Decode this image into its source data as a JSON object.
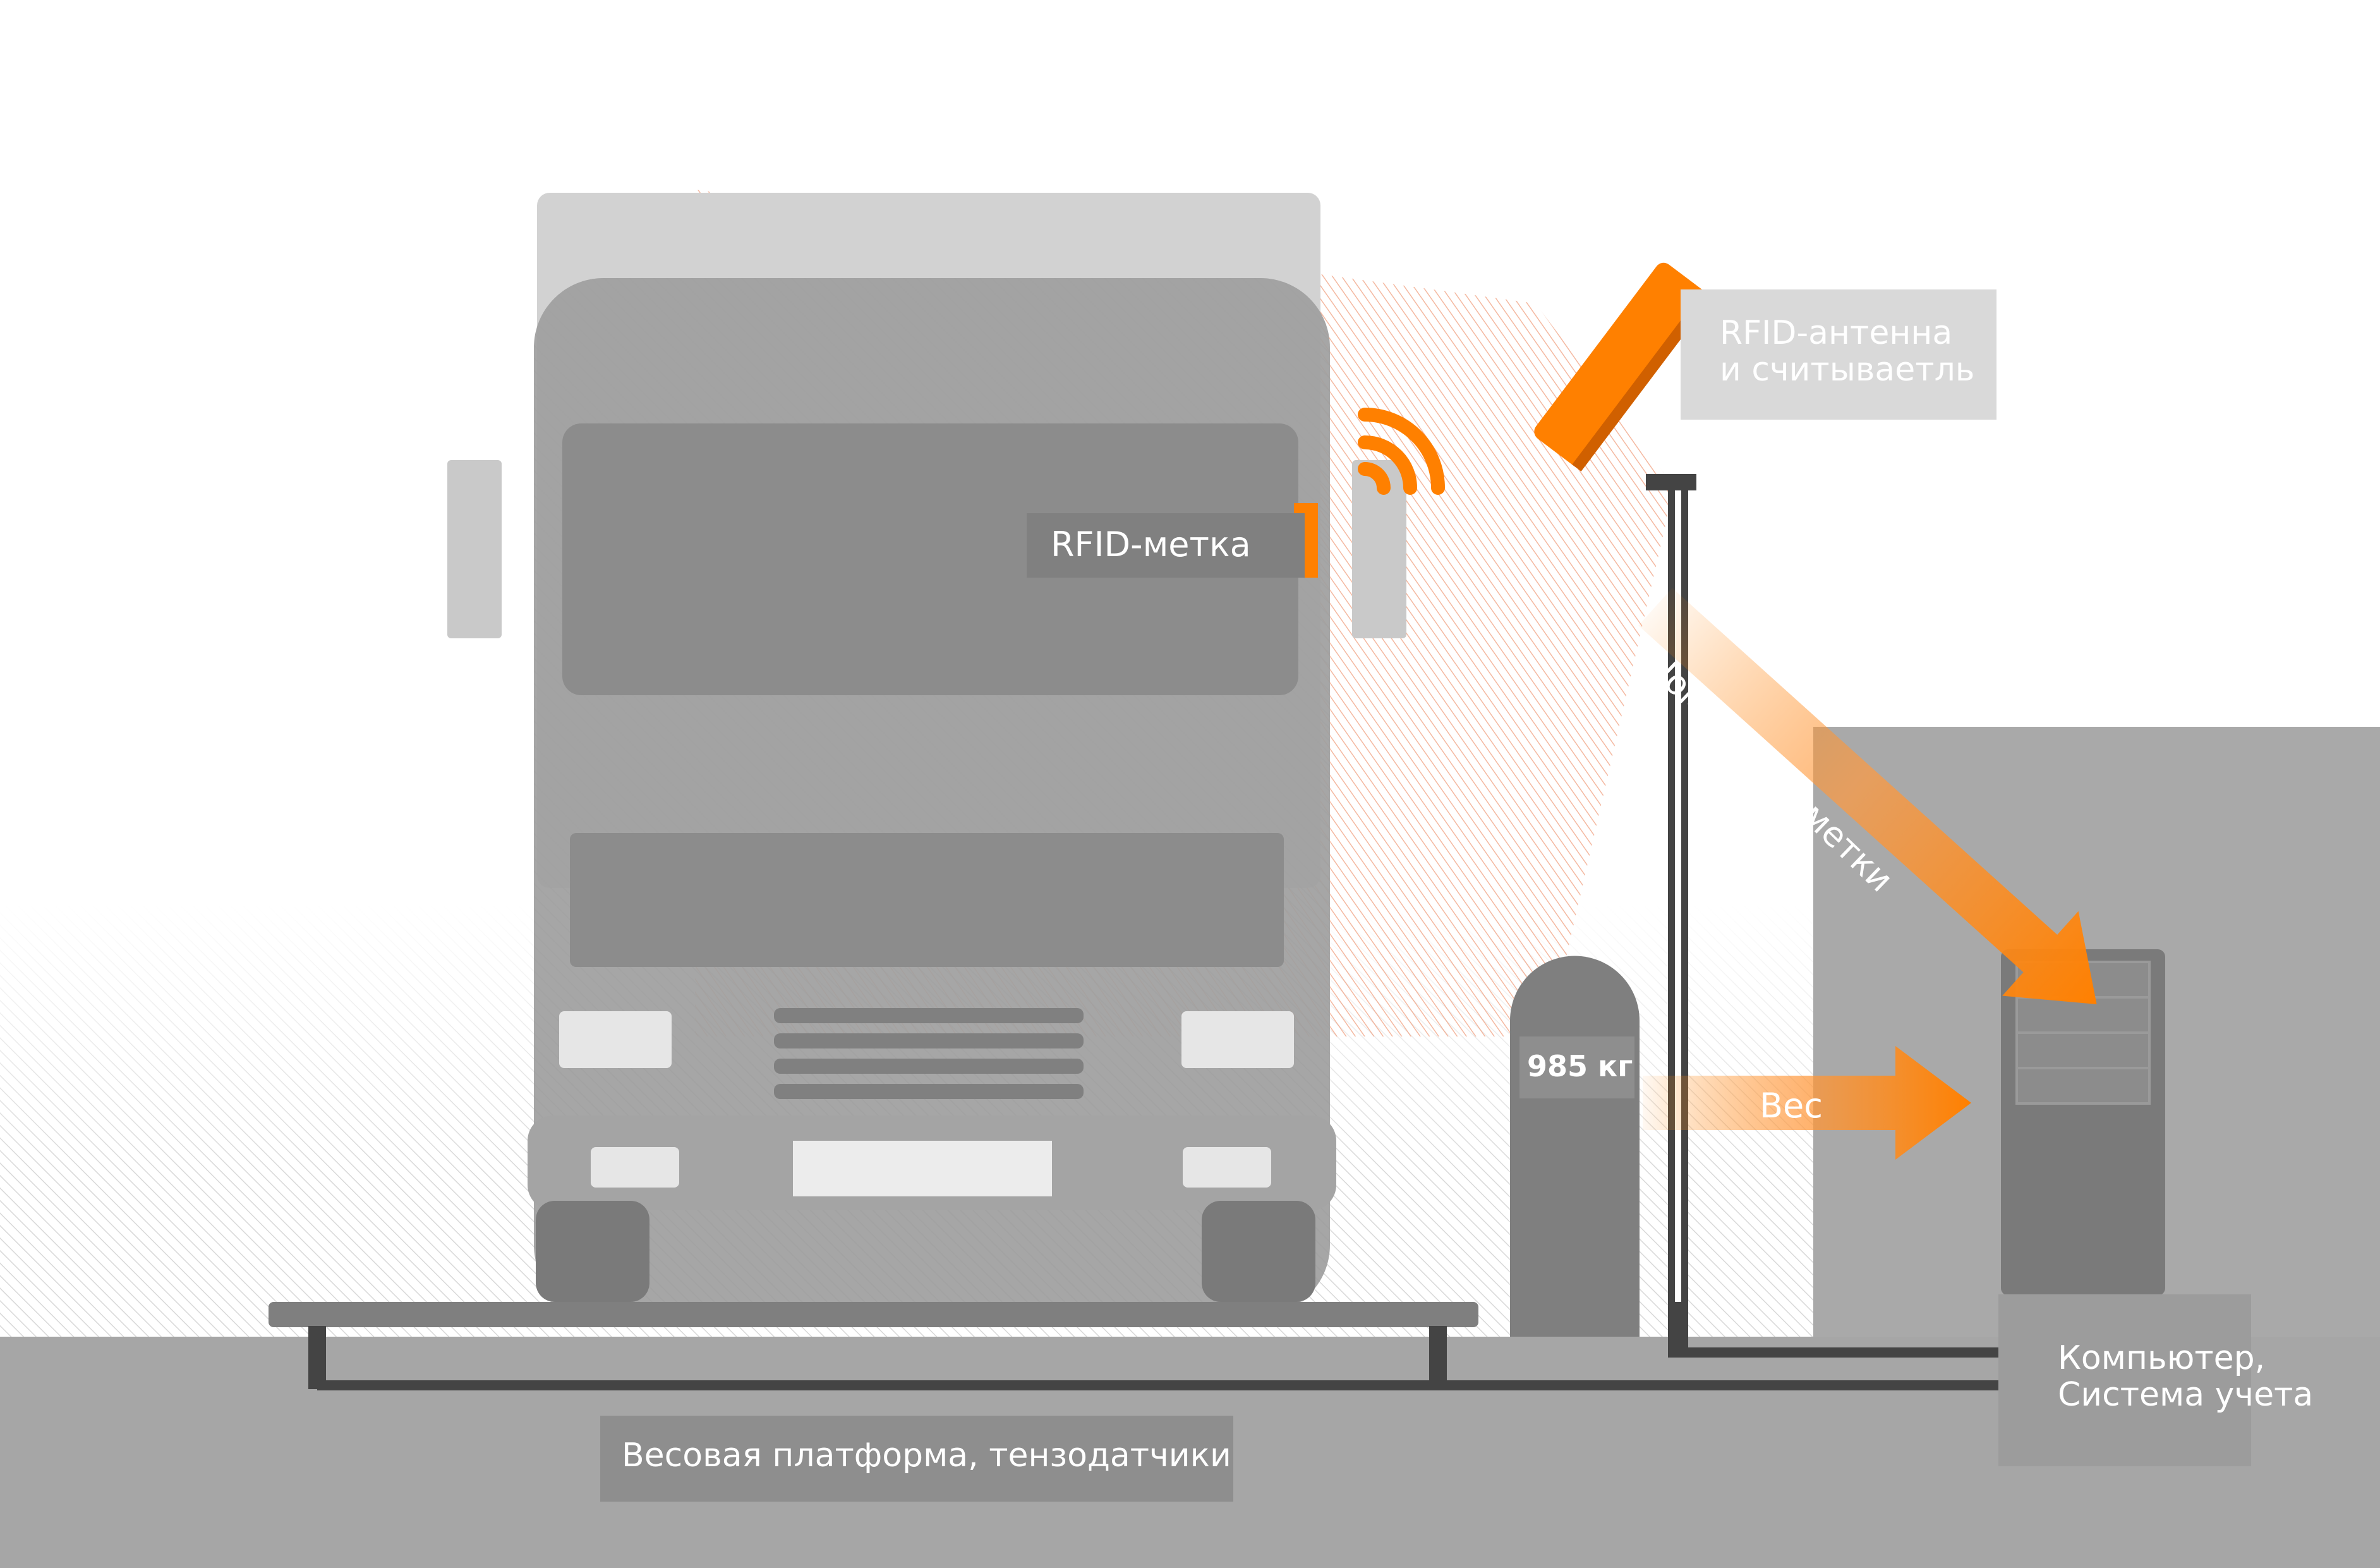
{
  "labels": {
    "antenna_line1": "RFID-антенна",
    "antenna_line2": "и считываетль",
    "tag": "RFID-метка",
    "weight_display": "985 кг",
    "weight_arrow": "Вес",
    "rfid_number_arrow": "Номер RFID-метки",
    "platform": "Весовая платформа, тензодатчики",
    "computer_line1": "Компьютер,",
    "computer_line2": "Система учета"
  },
  "colors": {
    "accent_orange": "#ff8000",
    "ground": "#a6a6a6",
    "truck": "#9a9a9a",
    "cable": "#444444"
  }
}
